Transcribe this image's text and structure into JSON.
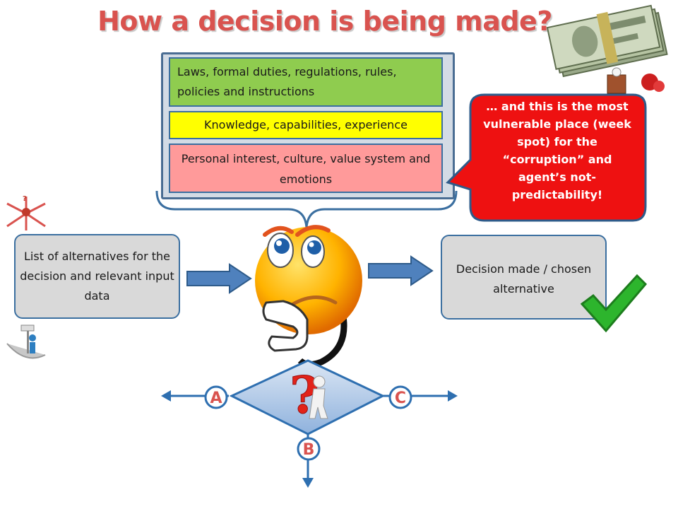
{
  "title": "How a decision is being made?",
  "factors": [
    {
      "label": "Laws, formal duties, regulations, rules, policies and instructions",
      "color": "#8fcc4f"
    },
    {
      "label": "Knowledge, capabilities, experience",
      "color": "#ffff00"
    },
    {
      "label": "Personal interest, culture, value system and emotions",
      "color": "#ff9a9a"
    }
  ],
  "callout": {
    "text": "… and this is the most vulnerable place (week spot) for the “corruption” and agent’s not-predictability!",
    "color": "#ee1111"
  },
  "input_box": "List of alternatives for the decision and relevant input data",
  "output_box": "Decision made / chosen alternative",
  "branches": {
    "a": "A",
    "b": "B",
    "c": "C"
  },
  "icons": [
    "money-stack-icon",
    "thinking-smiley-icon",
    "checkmark-icon",
    "question-figure-icon",
    "crossroads-figure-icon",
    "signpost-figure-icon"
  ]
}
